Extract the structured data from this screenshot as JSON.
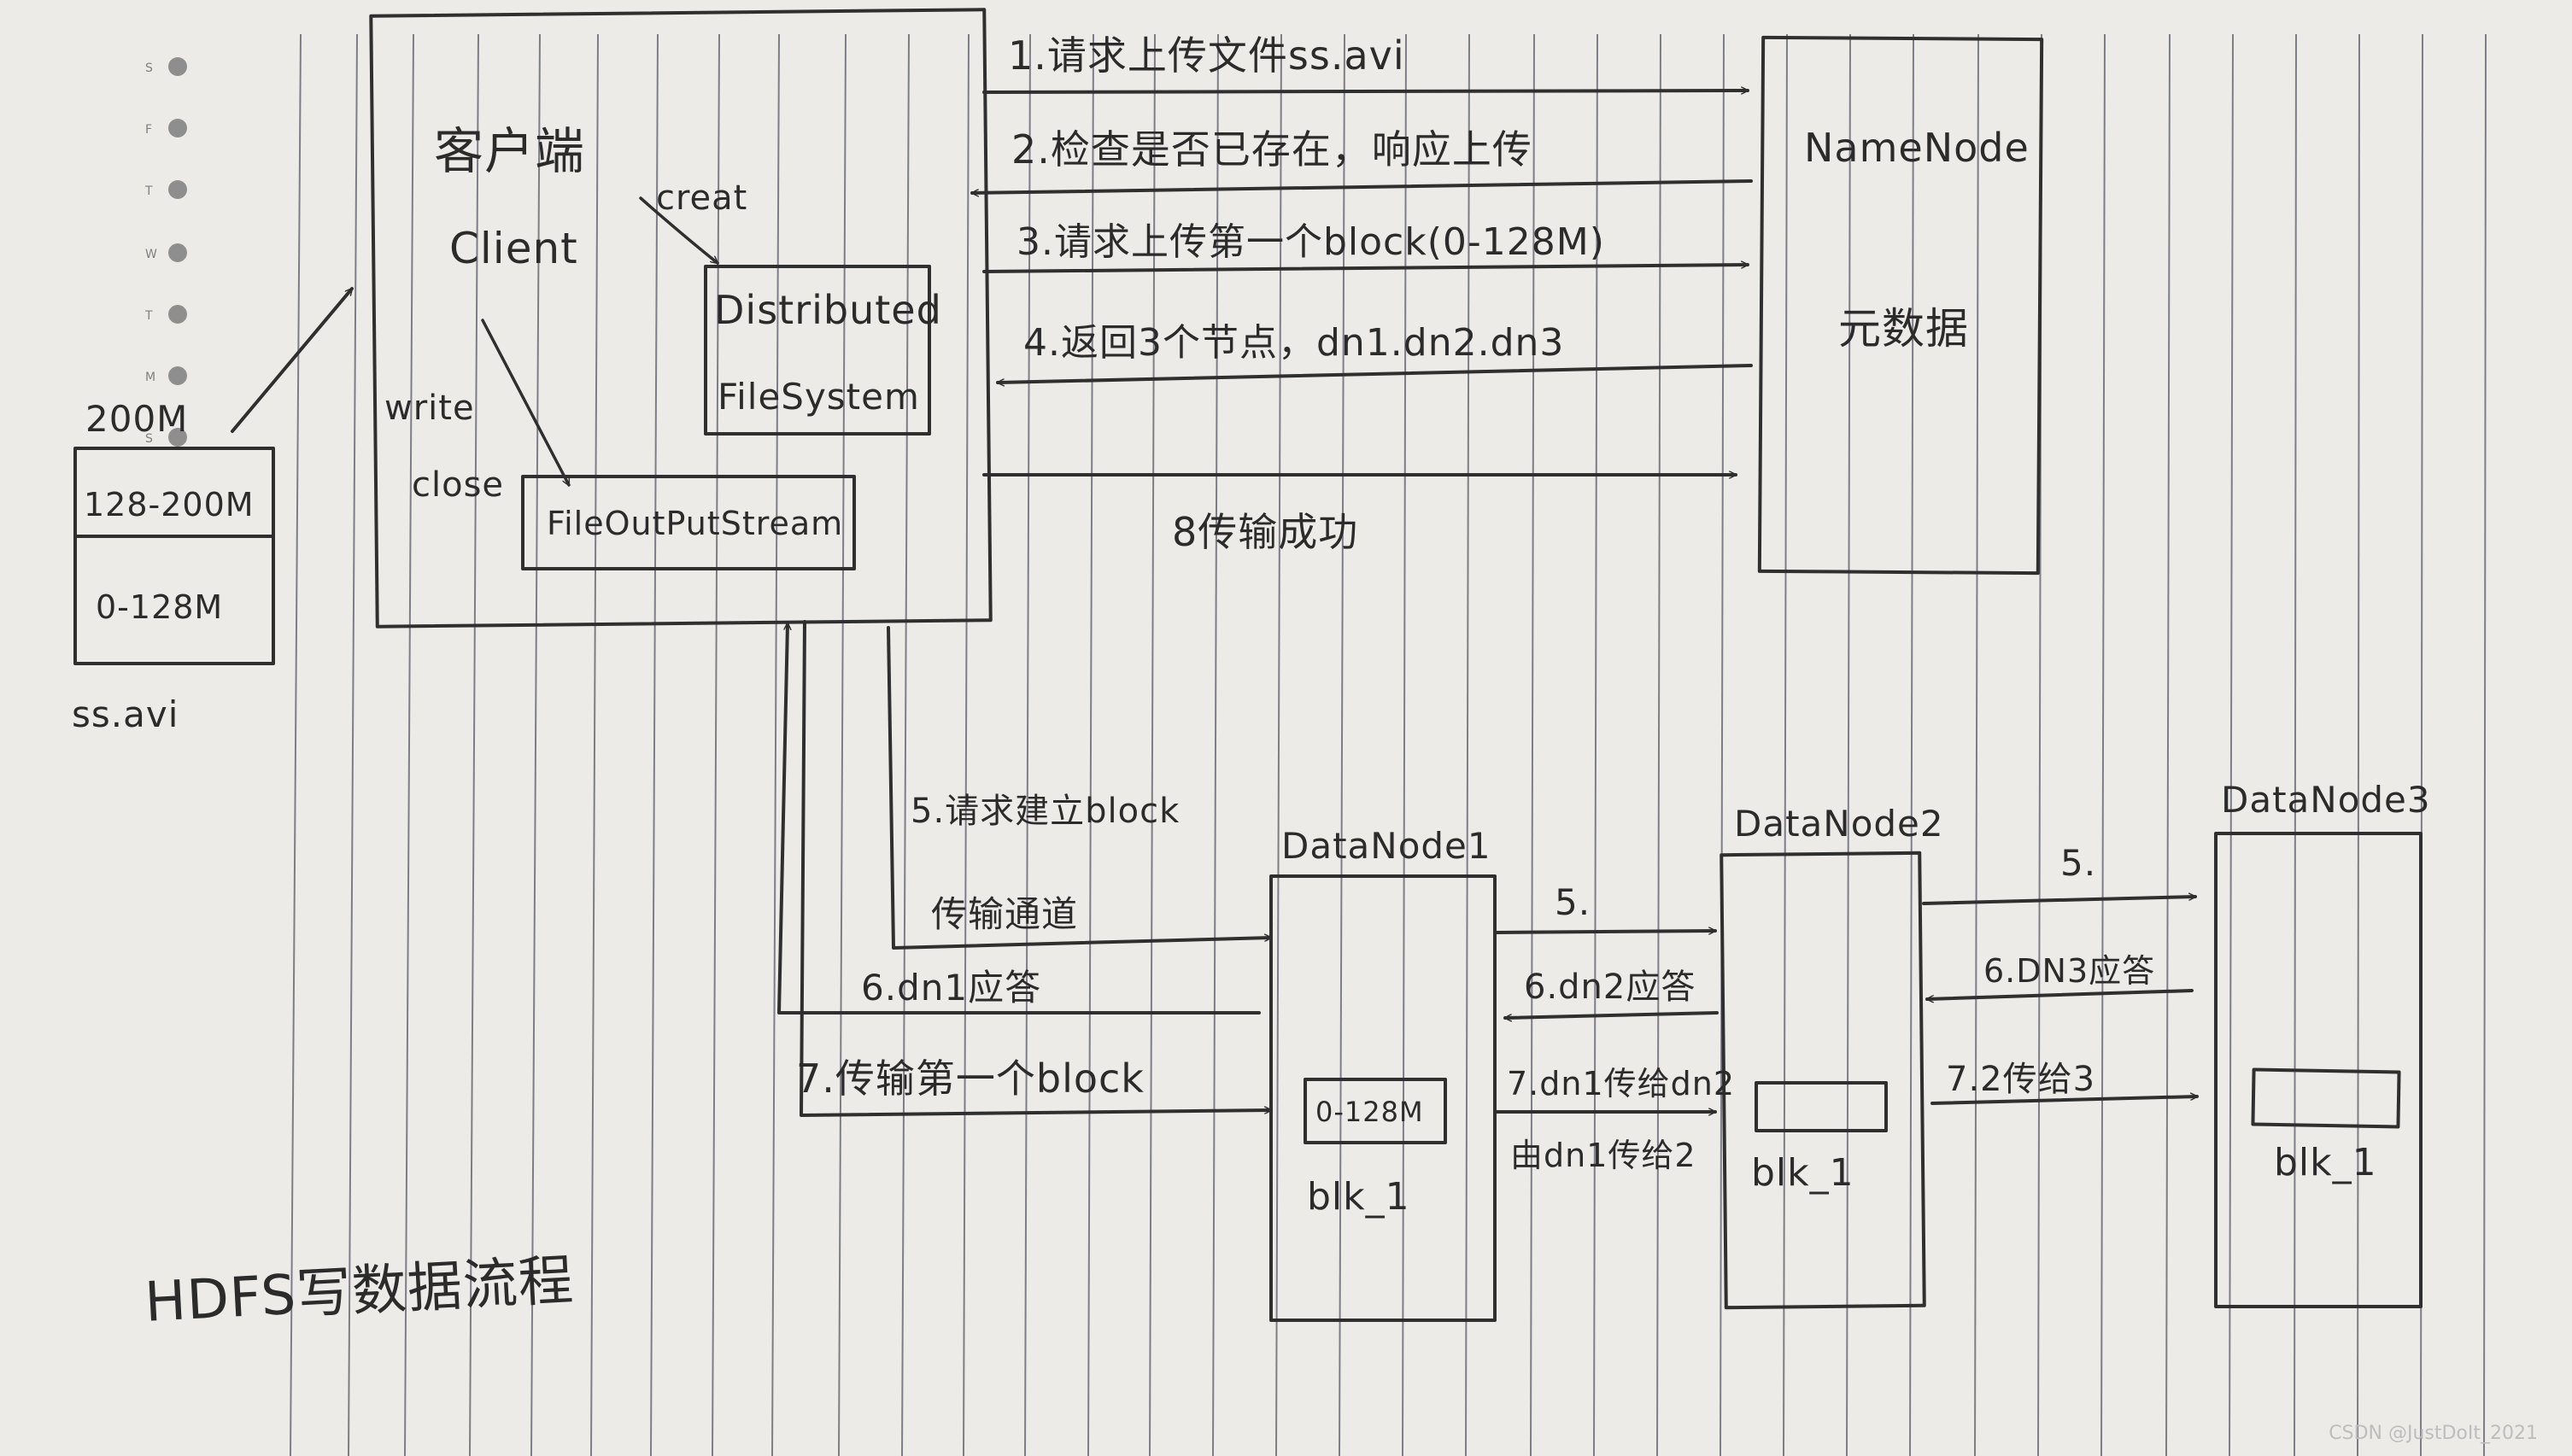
{
  "file": {
    "size_label": "200M",
    "block2_label": "128-200M",
    "block1_label": "0-128M",
    "name": "ss.avi"
  },
  "client": {
    "title": "客户端",
    "subtitle": "Client",
    "dfs_line1": "Distributed",
    "dfs_line2": "FileSystem",
    "create_label": "creat",
    "write_label": "write",
    "close_label": "close",
    "stream_label": "FileOutPutStream"
  },
  "namenode": {
    "title": "NameNode",
    "meta_label": "元数据"
  },
  "steps": {
    "s1": "1.请求上传文件ss.avi",
    "s2": "2.检查是否已存在，响应上传",
    "s3": "3.请求上传第一个block(0-128M)",
    "s4": "4.返回3个节点，dn1.dn2.dn3",
    "s8": "8传输成功",
    "s5_line1": "5.请求建立block",
    "s5_line2": "传输通道",
    "s6": "6.dn1应答",
    "s7": "7.传输第一个block",
    "s5_dn12": "5.",
    "s6_dn12": "6.dn2应答",
    "s7_dn12_line1": "7.dn1传给dn2",
    "s7_dn12_line2": "由dn1传给2",
    "s5_dn23": "5.",
    "s6_dn23": "6.DN3应答",
    "s7_dn23": "7.2传给3"
  },
  "datanodes": [
    {
      "title": "DataNode1",
      "block_label": "0-128M",
      "blk_label": "blk_1"
    },
    {
      "title": "DataNode2",
      "blk_label": "blk_1"
    },
    {
      "title": "DataNode3",
      "blk_label": "blk_1"
    }
  ],
  "caption": "HDFS写数据流程",
  "watermark": "CSDN @JustDoIt_2021",
  "calendar_letters": [
    "S",
    "F",
    "T",
    "W",
    "T",
    "M",
    "S"
  ]
}
